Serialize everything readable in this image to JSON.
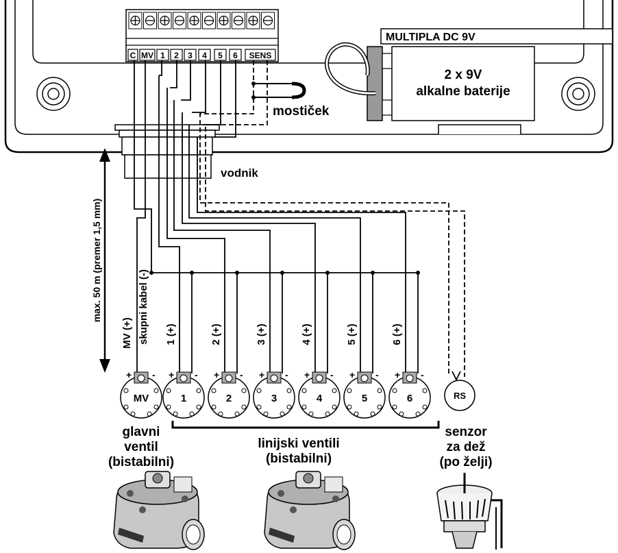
{
  "controller": {
    "model": "MULTIPLA DC 9V",
    "battery_line1": "2 x 9V",
    "battery_line2": "alkalne baterije",
    "terminals": [
      "C",
      "MV",
      "1",
      "2",
      "3",
      "4",
      "5",
      "6",
      "SENS"
    ],
    "jumper_label": "mostiček",
    "cable_label": "vodnik"
  },
  "distance_label": "max. 50 m (premer 1,5 mm)",
  "wire_labels": {
    "mv": "MV (+)",
    "common": "skupni kabel (-)",
    "lines": [
      "1 (+)",
      "2 (+)",
      "3 (+)",
      "4 (+)",
      "5 (+)",
      "6 (+)"
    ]
  },
  "valves": {
    "master": "MV",
    "stations": [
      "1",
      "2",
      "3",
      "4",
      "5",
      "6"
    ],
    "sensor": "RS",
    "plus": "+",
    "minus": "-"
  },
  "captions": {
    "master_line1": "glavni",
    "master_line2": "ventil",
    "master_line3": "(bistabilni)",
    "line_line1": "linijski ventili",
    "line_line2": "(bistabilni)",
    "sensor_line1": "senzor",
    "sensor_line2": "za dež",
    "sensor_line3": "(po želji)"
  }
}
